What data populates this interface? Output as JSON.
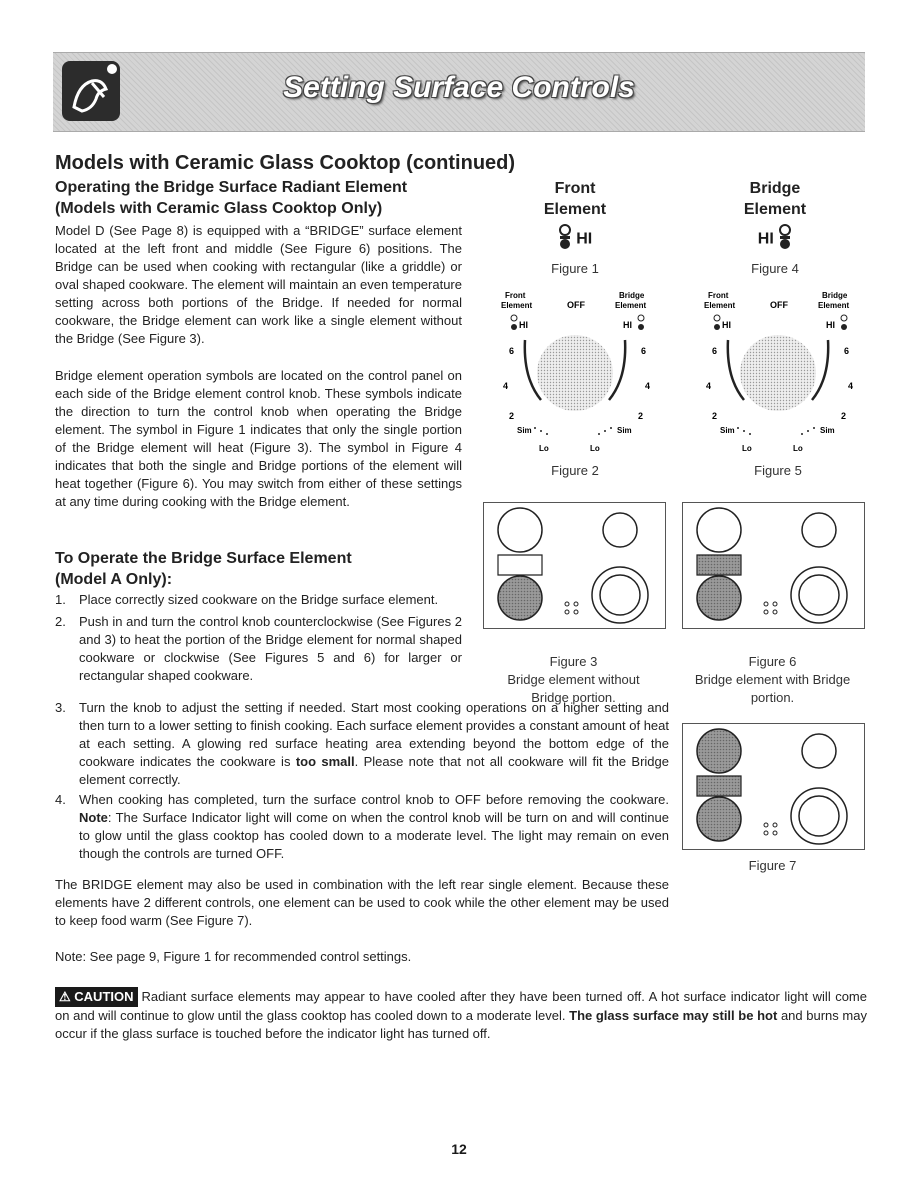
{
  "header": {
    "title": "Setting Surface Controls",
    "icon": "cooktop-hand-icon"
  },
  "section_title": "Models with Ceramic Glass Cooktop (continued)",
  "bridge_section": {
    "heading_line1": "Operating the Bridge Surface Radiant Element",
    "heading_line2": "(Models with Ceramic Glass Cooktop Only)",
    "para1": "Model D (See Page 8) is equipped with a “BRIDGE” surface element located at the left front and middle (See Figure 6) positions. The Bridge can be used when cooking with rectangular (like a griddle) or oval shaped cookware. The element will maintain an even temperature setting across both portions of the Bridge. If needed for normal cookware, the Bridge element can work like a single element without the Bridge (See Figure 3).",
    "para2": "Bridge element operation symbols are located on the control panel on each side of the Bridge element control knob. These symbols indicate the direction to turn the control knob when operating the Bridge element. The symbol in Figure 1 indicates that only the single portion of the Bridge element will heat (Figure 3). The symbol in Figure 4 indicates that both the single and Bridge portions of the element will heat together (Figure 6). You may switch from either of these settings at any time during cooking with the Bridge element."
  },
  "operate_section": {
    "heading_line1": "To Operate the Bridge Surface Element",
    "heading_line2": "(Model A Only):",
    "steps": [
      {
        "num": "1.",
        "text": "Place correctly sized cookware on the Bridge surface element."
      },
      {
        "num": "2.",
        "text": "Push in and turn the control knob counterclockwise (See Figures 2 and 3) to heat the portion of the Bridge element for normal shaped cookware or clockwise (See Figures 5 and 6) for larger or rectangular shaped cookware."
      },
      {
        "num": "3.",
        "text": "Turn the knob to adjust the setting if needed. Start most cooking operations on a higher setting and then turn to a lower setting to finish cooking. Each surface element provides a constant amount of heat at each setting. A glowing red surface heating area extending beyond the bottom edge of the cookware indicates the cookware is",
        "bold": "too small",
        "text_after": ". Please note that not all cookware will fit the Bridge element correctly."
      },
      {
        "num": "4.",
        "text": "When cooking has completed, turn the surface control knob to OFF before removing the cookware.",
        "bold": "Note",
        "text_after": ": The Surface Indicator light will come on when the control knob will be turn on and will continue to glow until the glass cooktop has cooled down to a moderate level. The light may remain on even though the controls are turned OFF."
      }
    ],
    "combo_para": "The BRIDGE element may also be used in combination with the left rear single element. Because these elements have 2 different controls, one element can be used to cook while the other element may be used to keep food warm (See Figure 7).",
    "note": "Note: See page 9, Figure 1 for recommended control settings."
  },
  "caution": {
    "badge": "CAUTION",
    "text1": "Radiant surface elements may appear to have cooled after they have been turned off. A hot surface indicator light will come on and will continue to glow until the glass cooktop has cooled down to a moderate level.",
    "bold": "The glass surface may still be hot",
    "text2": "and burns may occur if the glass surface is touched before the indicator light has turned off."
  },
  "figures": {
    "fig1": {
      "label_line1": "Front",
      "label_line2": "Element",
      "symbol_text": "HI",
      "caption": "Figure 1"
    },
    "fig4": {
      "label_line1": "Bridge",
      "label_line2": "Element",
      "symbol_text": "HI",
      "caption": "Figure 4"
    },
    "knob": {
      "front_element": "Front\nElement",
      "bridge_element": "Bridge\nElement",
      "off": "OFF",
      "hi": "HI",
      "six": "6",
      "four": "4",
      "two": "2",
      "sim": "Sim",
      "lo": "Lo"
    },
    "fig2": {
      "caption": "Figure 2"
    },
    "fig5": {
      "caption": "Figure 5"
    },
    "fig3": {
      "caption_line1": "Figure 3",
      "caption_line2": "Bridge element without",
      "caption_line3": "Bridge portion."
    },
    "fig6": {
      "caption_line1": "Figure 6",
      "caption_line2": "Bridge element with Bridge",
      "caption_line3": "portion."
    },
    "fig7": {
      "caption": "Figure 7"
    }
  },
  "page_number": "12"
}
